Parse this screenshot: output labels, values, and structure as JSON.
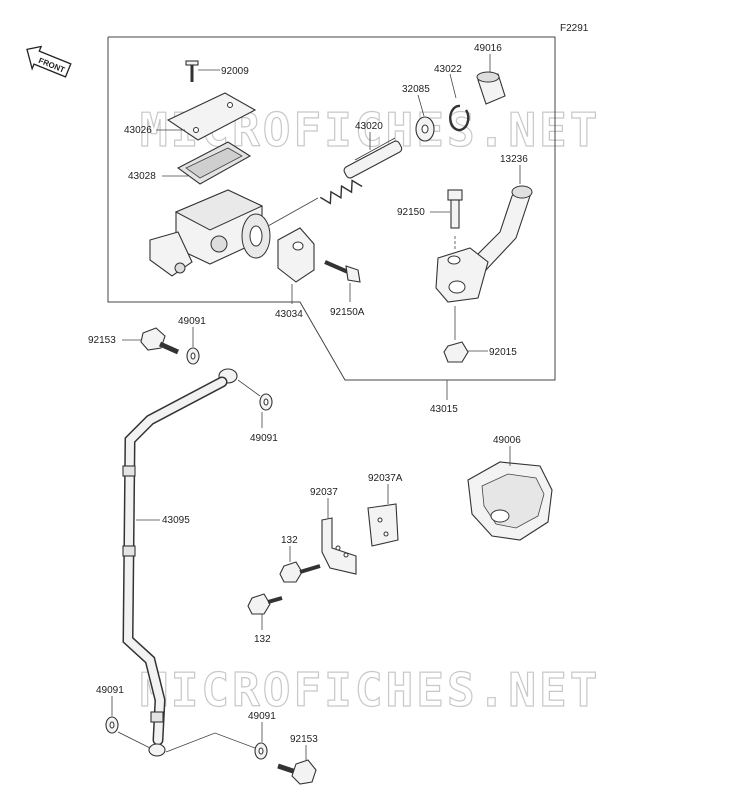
{
  "figure_code": "F2291",
  "front_label": "FRONT",
  "watermark": "MICROFICHES.NET",
  "parts": {
    "p92009": "92009",
    "p43026": "43026",
    "p43028": "43028",
    "p43020": "43020",
    "p32085": "32085",
    "p43022": "43022",
    "p49016": "49016",
    "p13236": "13236",
    "p92150": "92150",
    "p43034": "43034",
    "p92150A": "92150A",
    "p92015": "92015",
    "p43015": "43015",
    "p92153_top": "92153",
    "p49091_a": "49091",
    "p49091_b": "49091",
    "p43095": "43095",
    "p49006": "49006",
    "p92037": "92037",
    "p92037A": "92037A",
    "p132_a": "132",
    "p132_b": "132",
    "p49091_c": "49091",
    "p49091_d": "49091",
    "p92153_bottom": "92153"
  }
}
